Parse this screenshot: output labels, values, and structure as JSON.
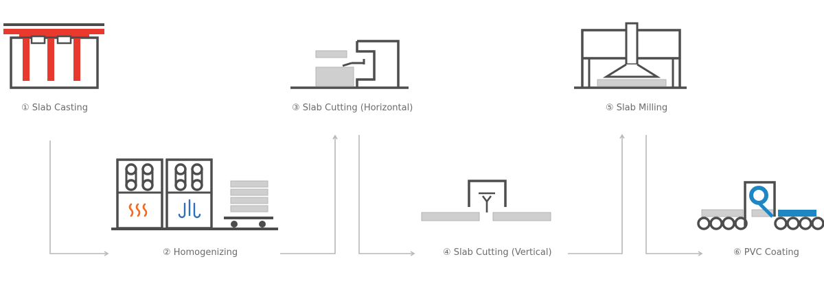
{
  "steps": [
    {
      "label": "① Slab Casting"
    },
    {
      "label": "② Homogenizing"
    },
    {
      "label": "③ Slab Cutting (Horizontal)"
    },
    {
      "label": "④ Slab Cutting (Vertical)"
    },
    {
      "label": "⑤ Slab Milling"
    },
    {
      "label": "⑥ PVC Coating"
    }
  ],
  "colors": {
    "outline": "#4d4d4d",
    "slab": "#cfcfcf",
    "slab_edge": "#b5b5b5",
    "casting": "#e8392f",
    "heat": "#f26a21",
    "blue": "#2e6fb7",
    "pvc": "#1f86c4",
    "arrow": "#b7b7b7"
  }
}
